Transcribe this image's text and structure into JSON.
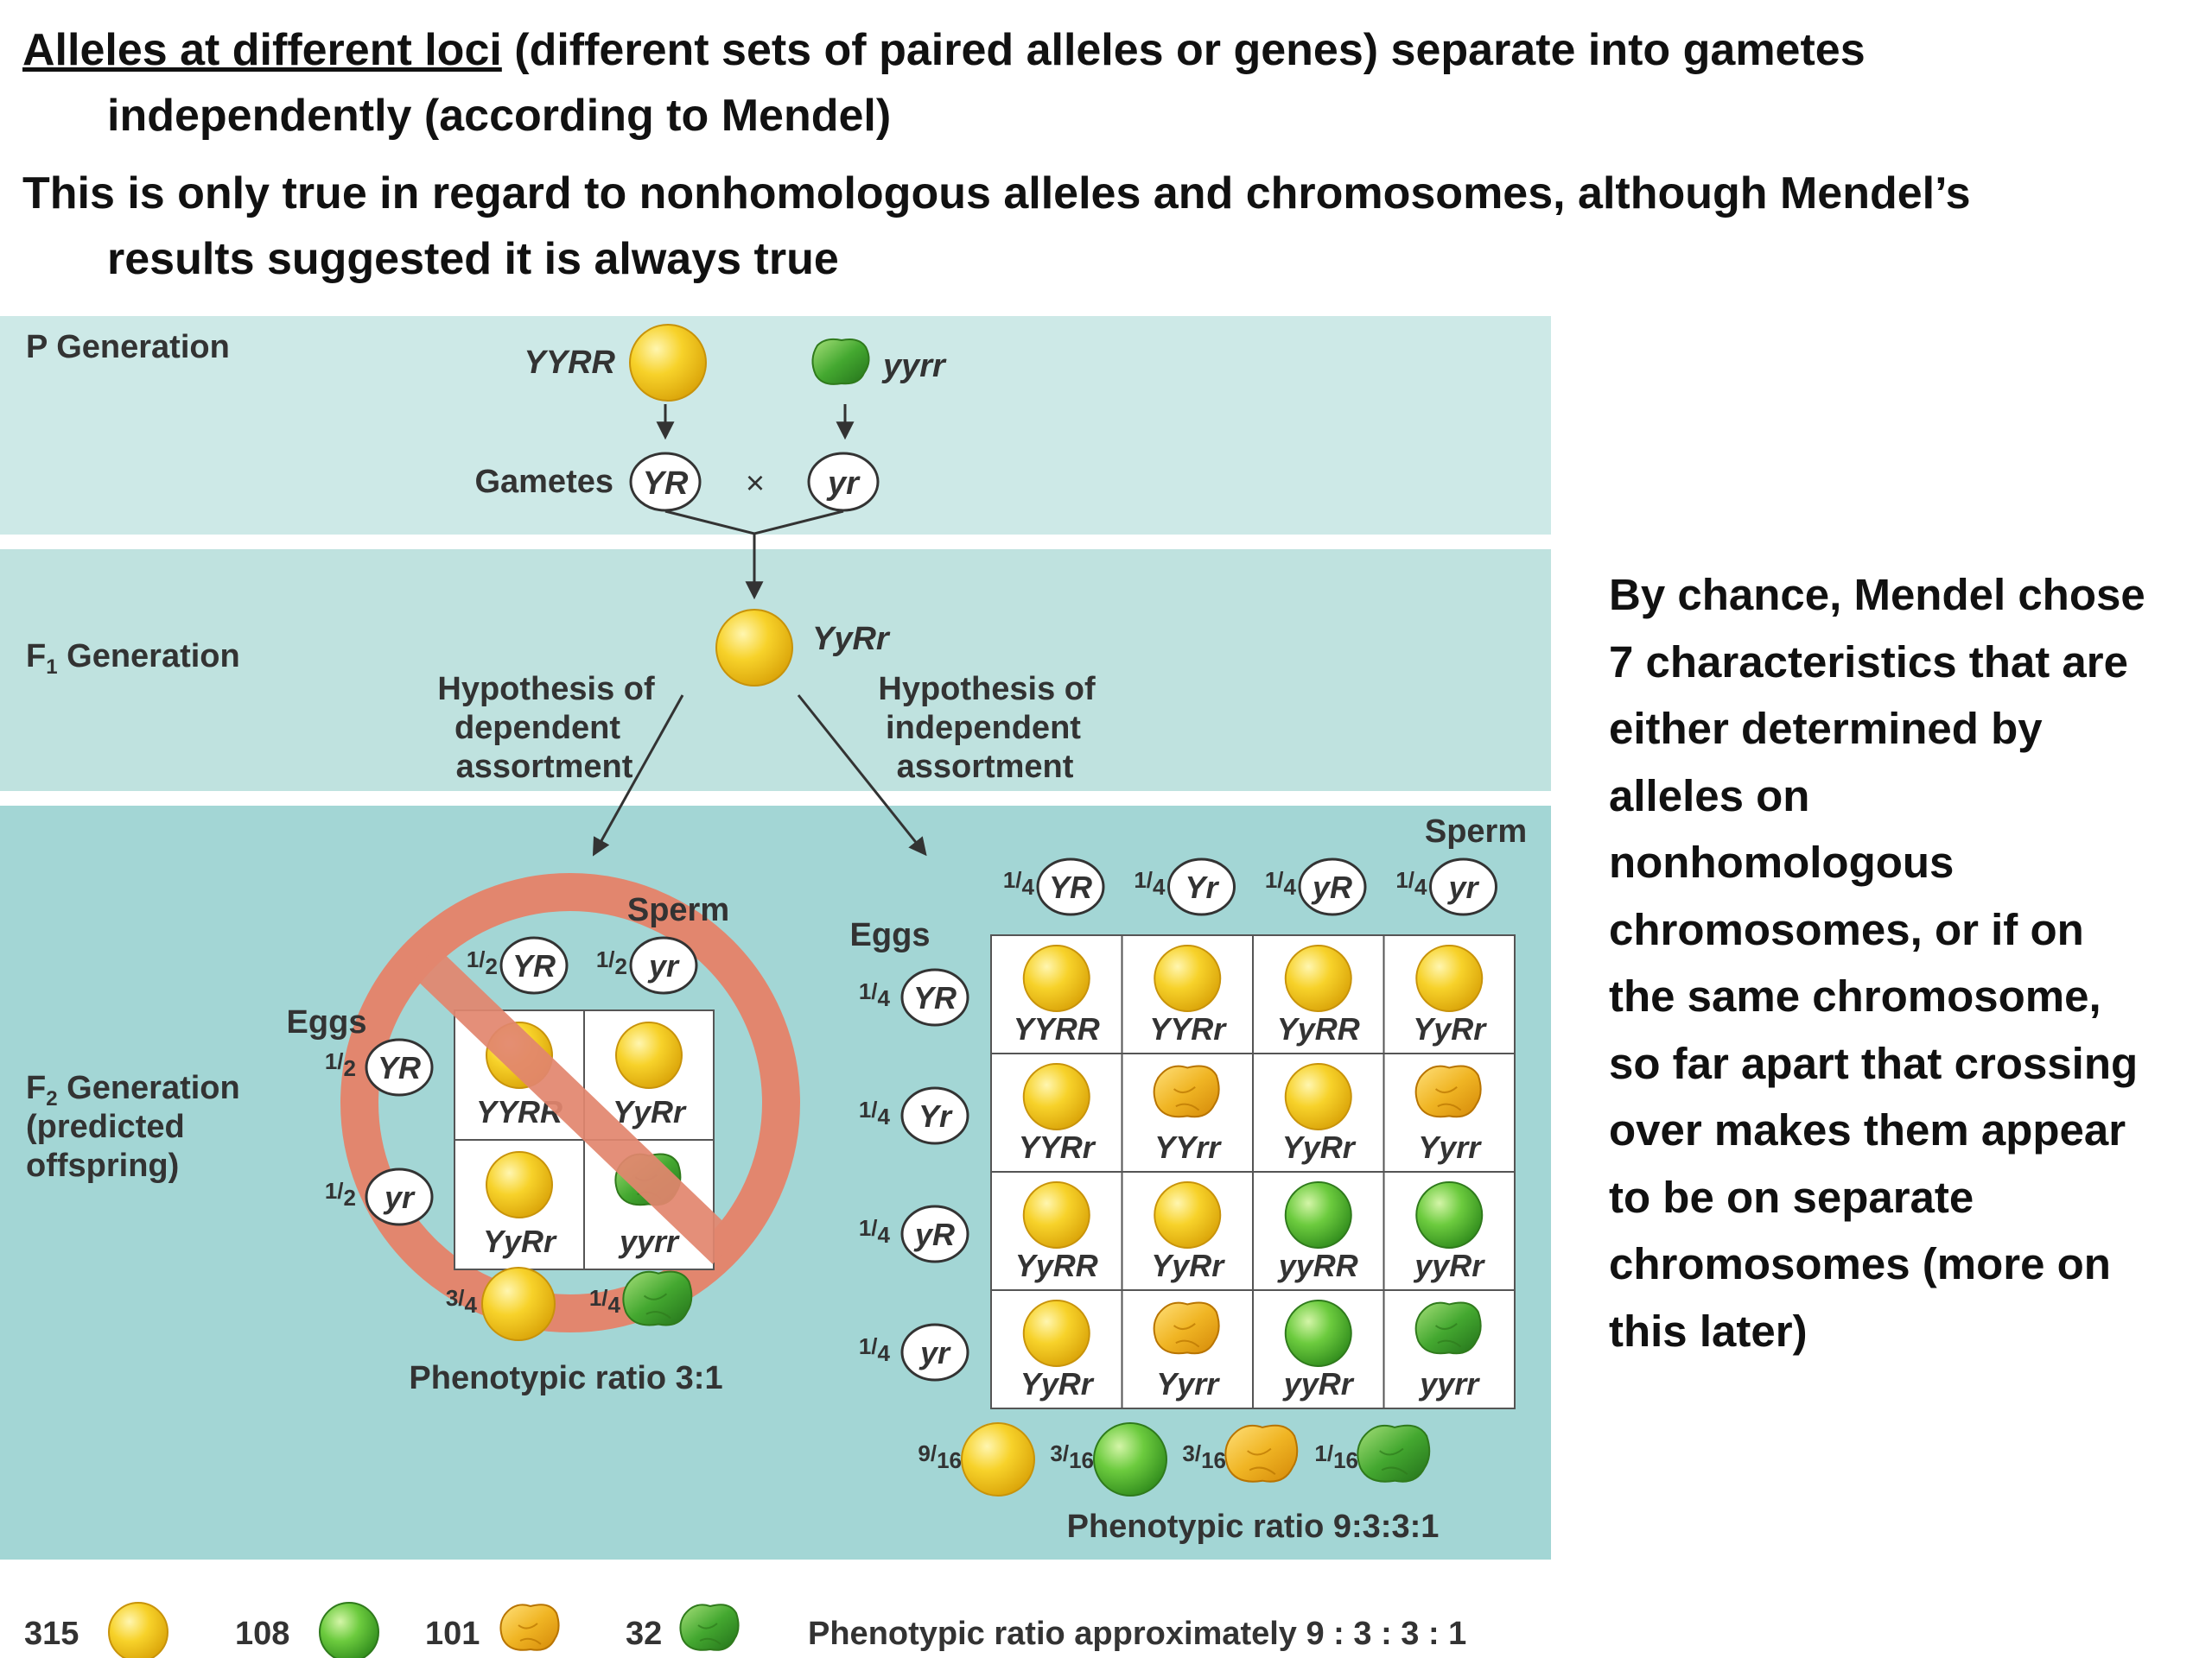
{
  "header": {
    "line1_underlined": "Alleles at different loci",
    "line1_rest": " (different sets of paired alleles or genes) separate into gametes",
    "line2": "independently (according to Mendel)",
    "line3": "This is only true in regard to nonhomologous alleles and chromosomes, although Mendel’s",
    "line4": "results suggested it is always true"
  },
  "side_text": [
    "By chance, Mendel chose",
    "7 characteristics that are",
    "either determined by",
    "alleles on",
    "nonhomologous",
    "chromosomes, or if on",
    "the same chromosome,",
    "so far apart that crossing",
    "over makes them appear",
    "to be on separate",
    "chromosomes (more on",
    "this later)"
  ],
  "figure": {
    "colors": {
      "band_light": "#cde9e7",
      "band_mid": "#bfe2df",
      "band_dark": "#a3d6d5",
      "prohibit": "#e2866e",
      "yellow": "#f4c81c",
      "green": "#5cbf3a",
      "grid_line": "#555555"
    },
    "p_generation": {
      "label": "P Generation",
      "parent1": "YYRR",
      "parent2": "yyrr",
      "gametes_label": "Gametes",
      "gamete1": "YR",
      "gamete2": "yr",
      "cross": "×"
    },
    "f1_generation": {
      "label_main": "F",
      "label_sub": "1",
      "label_rest": " Generation",
      "genotype": "YyRr"
    },
    "hypothesis_dependent": [
      "Hypothesis of",
      "dependent",
      "assortment"
    ],
    "hypothesis_independent": [
      "Hypothesis of",
      "independent",
      "assortment"
    ],
    "f2_generation": {
      "label_main": "F",
      "label_sub": "2",
      "label_rest": " Generation",
      "line2": "(predicted",
      "line3": "offspring)"
    },
    "dependent_square": {
      "sperm_label": "Sperm",
      "eggs_label": "Eggs",
      "fraction": "1/2",
      "sperm": [
        "YR",
        "yr"
      ],
      "eggs": [
        "YR",
        "yr"
      ],
      "cells": [
        [
          "YYRR",
          "YyRr"
        ],
        [
          "YyRr",
          "yyrr"
        ]
      ],
      "cell_seeds": [
        [
          "yellow-round",
          "yellow-round"
        ],
        [
          "yellow-round",
          "green-wrinkled"
        ]
      ],
      "ratio_fractions": [
        "3/4",
        "1/4"
      ],
      "ratio_label": "Phenotypic ratio 3:1"
    },
    "independent_square": {
      "sperm_label": "Sperm",
      "eggs_label": "Eggs",
      "fraction": "1/4",
      "sperm": [
        "YR",
        "Yr",
        "yR",
        "yr"
      ],
      "eggs": [
        "YR",
        "Yr",
        "yR",
        "yr"
      ],
      "cells": [
        [
          "YYRR",
          "YYRr",
          "YyRR",
          "YyRr"
        ],
        [
          "YYRr",
          "YYrr",
          "YyRr",
          "Yyrr"
        ],
        [
          "YyRR",
          "YyRr",
          "yyRR",
          "yyRr"
        ],
        [
          "YyRr",
          "Yyrr",
          "yyRr",
          "yyrr"
        ]
      ],
      "cell_seeds": [
        [
          "yellow-round",
          "yellow-round",
          "yellow-round",
          "yellow-round"
        ],
        [
          "yellow-round",
          "yellow-wrinkled",
          "yellow-round",
          "yellow-wrinkled"
        ],
        [
          "yellow-round",
          "yellow-round",
          "green-round",
          "green-round"
        ],
        [
          "yellow-round",
          "yellow-wrinkled",
          "green-round",
          "green-wrinkled"
        ]
      ],
      "ratio_fractions": [
        "9/16",
        "3/16",
        "3/16",
        "1/16"
      ],
      "ratio_label": "Phenotypic ratio 9:3:3:1"
    },
    "observed": {
      "counts": [
        "315",
        "108",
        "101",
        "32"
      ],
      "label": "Phenotypic ratio approximately 9 : 3 : 3 : 1"
    }
  }
}
